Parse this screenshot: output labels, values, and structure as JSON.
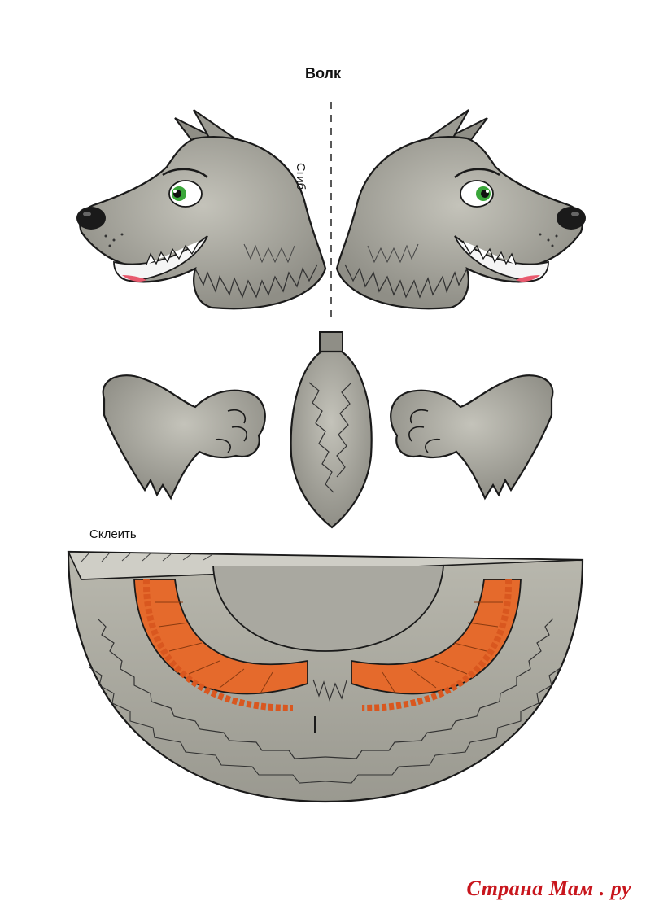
{
  "title": "Волк",
  "fold_label": "Сгиб",
  "glue_label": "Склеить",
  "watermark": "Страна Мам . ру",
  "colors": {
    "fur": "#9b9a92",
    "fur_light": "#c9c8bf",
    "outline": "#1a1a1a",
    "collar": "#e56a2c",
    "collar_trim": "#d9571f",
    "eye": "#3aa63a",
    "nose": "#1a1a1a",
    "tongue": "#e85a6e",
    "watermark": "#c8161d"
  },
  "parts": {
    "head_left": "wolf-head-left",
    "head_right": "wolf-head-right",
    "arm_left": "wolf-arm-left",
    "arm_right": "wolf-arm-right",
    "tail": "wolf-tail",
    "body": "wolf-body-cone"
  }
}
